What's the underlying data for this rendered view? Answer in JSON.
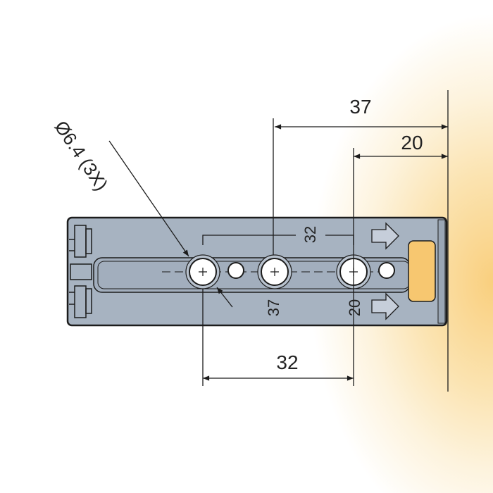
{
  "dimensions": {
    "top_37": "37",
    "top_20": "20",
    "bottom_32": "32",
    "inner_32": "32",
    "inner_37": "37",
    "inner_20": "20",
    "hole_diameter": "Ø6.4 (3X)"
  },
  "colors": {
    "plate": "#a7b3c1",
    "pad": "#f7c770",
    "line": "#1c1c1c"
  }
}
